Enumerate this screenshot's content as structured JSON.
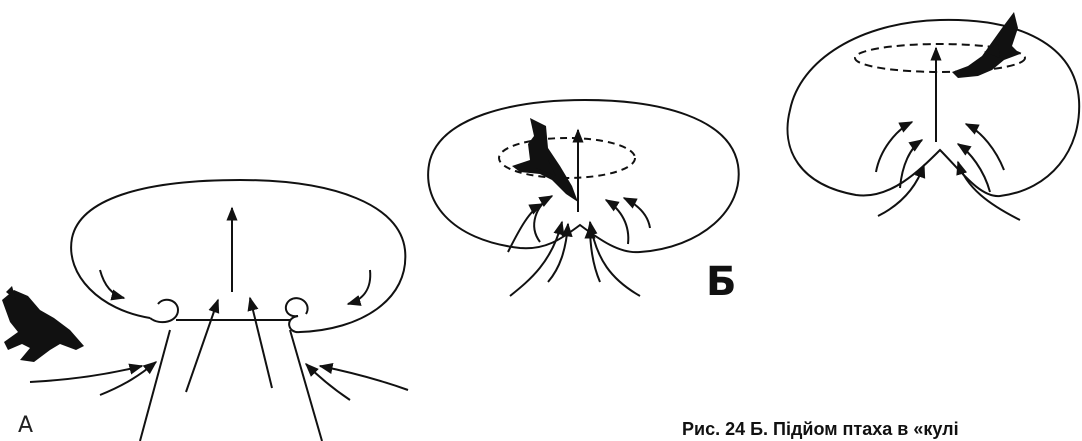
{
  "labels": {
    "panel_a": "А",
    "panel_b": "Б"
  },
  "caption": "Рис. 24 Б. Підйом птаха в «кулі",
  "colors": {
    "ink": "#111111",
    "background": "#ffffff"
  }
}
